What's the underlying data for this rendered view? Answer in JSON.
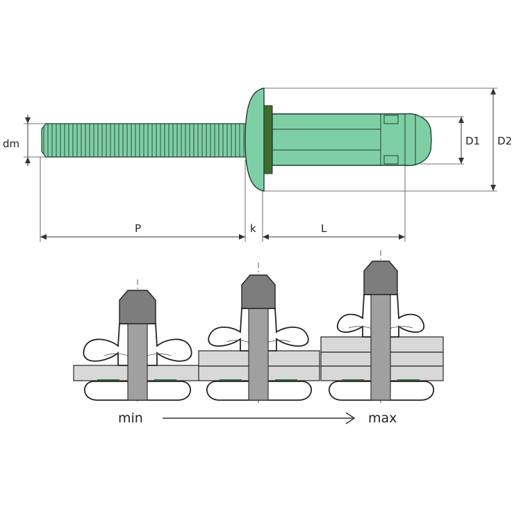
{
  "rivet_drawing": {
    "dimension_labels": {
      "dm": "dm",
      "P": "P",
      "k": "k",
      "L": "L",
      "D1": "D1",
      "D2": "D2"
    }
  },
  "grip_range": {
    "min_label": "min",
    "max_label": "max"
  },
  "colors": {
    "rivet_body": "#7fcfa6",
    "rivet_outline": "#1f3d2c",
    "washer": "#3f6b2f",
    "mandrel_gray": "#a0a0a0",
    "mandrel_head": "#7d7d7d",
    "sheet_gray": "#d8d8d8",
    "seal_green": "#2f6b3a"
  }
}
